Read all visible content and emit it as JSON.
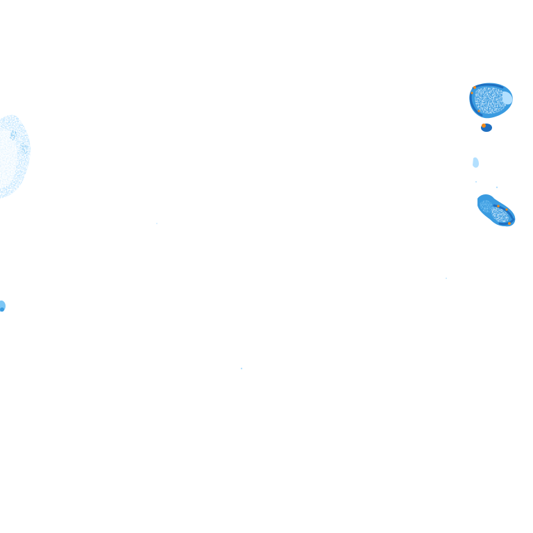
{
  "map": {
    "type": "precipitation-radar-tile",
    "background": "#ffffff",
    "intensity_palette": {
      "very_light": "#dff2ff",
      "light": "#b3e0ff",
      "moderate_light": "#7cc6f5",
      "moderate": "#3a9be0",
      "heavy": "#1f6fc0",
      "very_heavy": "#f28a1a"
    },
    "echo_cells": [
      {
        "name": "west-edge-cell",
        "levels": [
          "very_light",
          "light",
          "moderate_light"
        ]
      },
      {
        "name": "west-small-echo",
        "levels": [
          "moderate_light",
          "moderate"
        ]
      },
      {
        "name": "northeast-cell",
        "levels": [
          "very_light",
          "light",
          "moderate",
          "heavy",
          "very_heavy"
        ]
      },
      {
        "name": "northeast-core",
        "levels": [
          "heavy",
          "very_heavy"
        ]
      },
      {
        "name": "east-small-echo",
        "levels": [
          "light"
        ]
      },
      {
        "name": "east-cell",
        "levels": [
          "very_light",
          "moderate_light",
          "moderate",
          "heavy",
          "very_heavy"
        ]
      }
    ]
  }
}
